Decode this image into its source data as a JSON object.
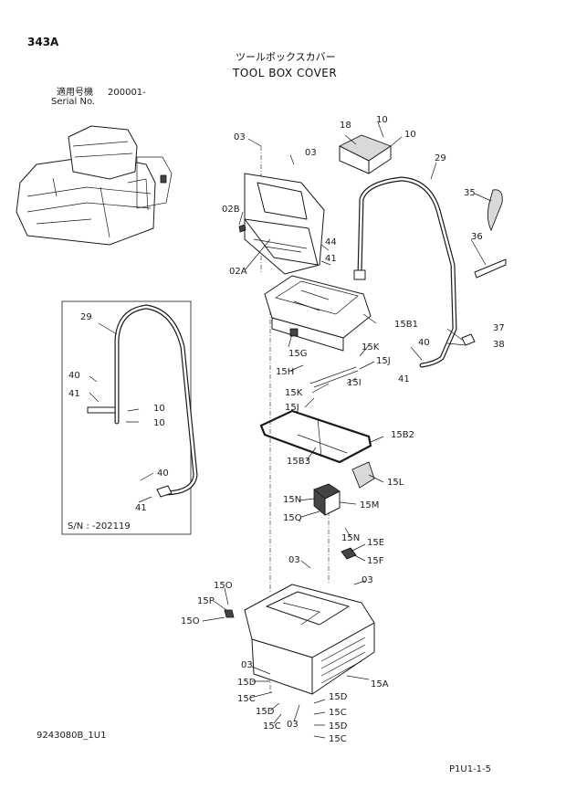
{
  "header": {
    "page_code": "343A",
    "title_jp": "ツールボックスカバー",
    "title_en": "TOOL BOX COVER",
    "serial_label_jp": "適用号機",
    "serial_label_en": "Serial No.",
    "serial_value": "200001-"
  },
  "inset": {
    "serial_note": "S/N : -202119",
    "callouts": [
      "29",
      "40",
      "41",
      "10",
      "10",
      "40",
      "41"
    ]
  },
  "callouts": {
    "c18": "18",
    "c10a": "10",
    "c10b": "10",
    "c03a": "03",
    "c03b": "03",
    "c29": "29",
    "c35": "35",
    "c02B": "02B",
    "c44": "44",
    "c41a": "41",
    "c36": "36",
    "c02A": "02A",
    "c15B1": "15B1",
    "c37": "37",
    "c38": "38",
    "c15G": "15G",
    "c15K": "15K",
    "c40": "40",
    "c15H": "15H",
    "c15J": "15J",
    "c41b": "41",
    "c15I": "15I",
    "c15K2": "15K",
    "c15J2": "15J",
    "c15B2": "15B2",
    "c15B3": "15B3",
    "c15L": "15L",
    "c15N": "15N",
    "c15M": "15M",
    "c15Q": "15Q",
    "c15N2": "15N",
    "c15E": "15E",
    "c15F": "15F",
    "c03c": "03",
    "c03d": "03",
    "c15O": "15O",
    "c15P": "15P",
    "c15O2": "15O",
    "c03e": "03",
    "c15A": "15A",
    "c15D": "15D",
    "c15C": "15C",
    "c15D2": "15D",
    "c15C2": "15C",
    "c03f": "03",
    "c15D3": "15D",
    "c15C3": "15C",
    "c15D4": "15D",
    "c15C4": "15C"
  },
  "footer": {
    "drawing_no": "9243080B_1U1",
    "page_ref": "P1U1-1-5"
  }
}
